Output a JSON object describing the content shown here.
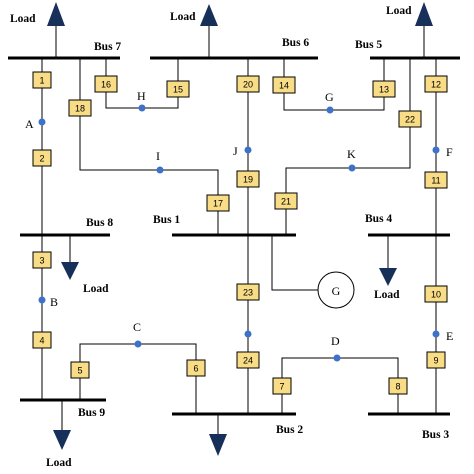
{
  "buses": {
    "bus1": "Bus 1",
    "bus2": "Bus 2",
    "bus3": "Bus 3",
    "bus4": "Bus 4",
    "bus5": "Bus 5",
    "bus6": "Bus 6",
    "bus7": "Bus 7",
    "bus8": "Bus 8",
    "bus9": "Bus 9"
  },
  "load_label": "Load",
  "generator_label": "G",
  "fault_points": [
    "A",
    "B",
    "C",
    "D",
    "E",
    "F",
    "G",
    "H",
    "I",
    "J",
    "K"
  ],
  "relays": [
    "1",
    "2",
    "3",
    "4",
    "5",
    "6",
    "7",
    "8",
    "9",
    "10",
    "11",
    "12",
    "13",
    "14",
    "15",
    "16",
    "17",
    "18",
    "19",
    "20",
    "21",
    "22",
    "23",
    "24"
  ],
  "colors": {
    "relay_fill": "#f9dc86",
    "fault_dot": "#3e71c8",
    "load_arrow": "#17305a"
  }
}
